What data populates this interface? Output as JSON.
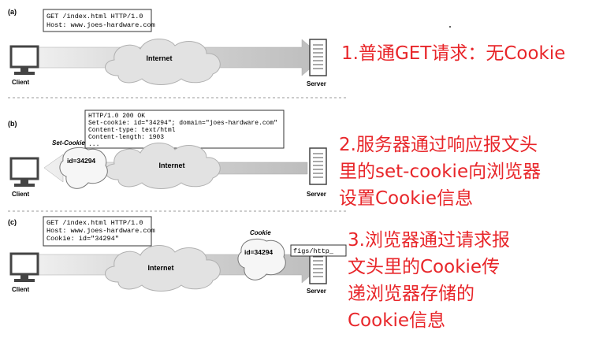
{
  "panels": [
    {
      "label": "(a)",
      "http_box": [
        "GET /index.html HTTP/1.0",
        "Host: www.joes-hardware.com"
      ],
      "client_label": "Client",
      "network_label": "Internet",
      "server_label": "Server",
      "caption": [
        "1.普通GET请求：无Cookie"
      ]
    },
    {
      "label": "(b)",
      "http_box": [
        "HTTP/1.0 200 OK",
        "Set-cookie: id=\"34294\"; domain=\"joes-hardware.com\"",
        "Content-type: text/html",
        "Content-length: 1903",
        "..."
      ],
      "cookie_tag": "Set-Cookie",
      "cookie_value": "id=34294",
      "client_label": "Client",
      "network_label": "Internet",
      "server_label": "Server",
      "caption": [
        "2.服务器通过响应报文头",
        "里的set-cookie向浏览器",
        "设置Cookie信息"
      ]
    },
    {
      "label": "(c)",
      "http_box": [
        "GET /index.html HTTP/1.0",
        "Host: www.joes-hardware.com",
        "Cookie: id=\"34294\""
      ],
      "cookie_tag": "Cookie",
      "cookie_value": "id=34294",
      "figure_ref": "figs/http_",
      "client_label": "Client",
      "network_label": "Internet",
      "server_label": "Server",
      "caption": [
        "3.浏览器通过请求报",
        "文头里的Cookie传",
        "递浏览器存储的",
        "Cookie信息"
      ]
    }
  ],
  "colors": {
    "caption": "#e8262a",
    "band": "#c8c8c8",
    "device": "#555555"
  }
}
